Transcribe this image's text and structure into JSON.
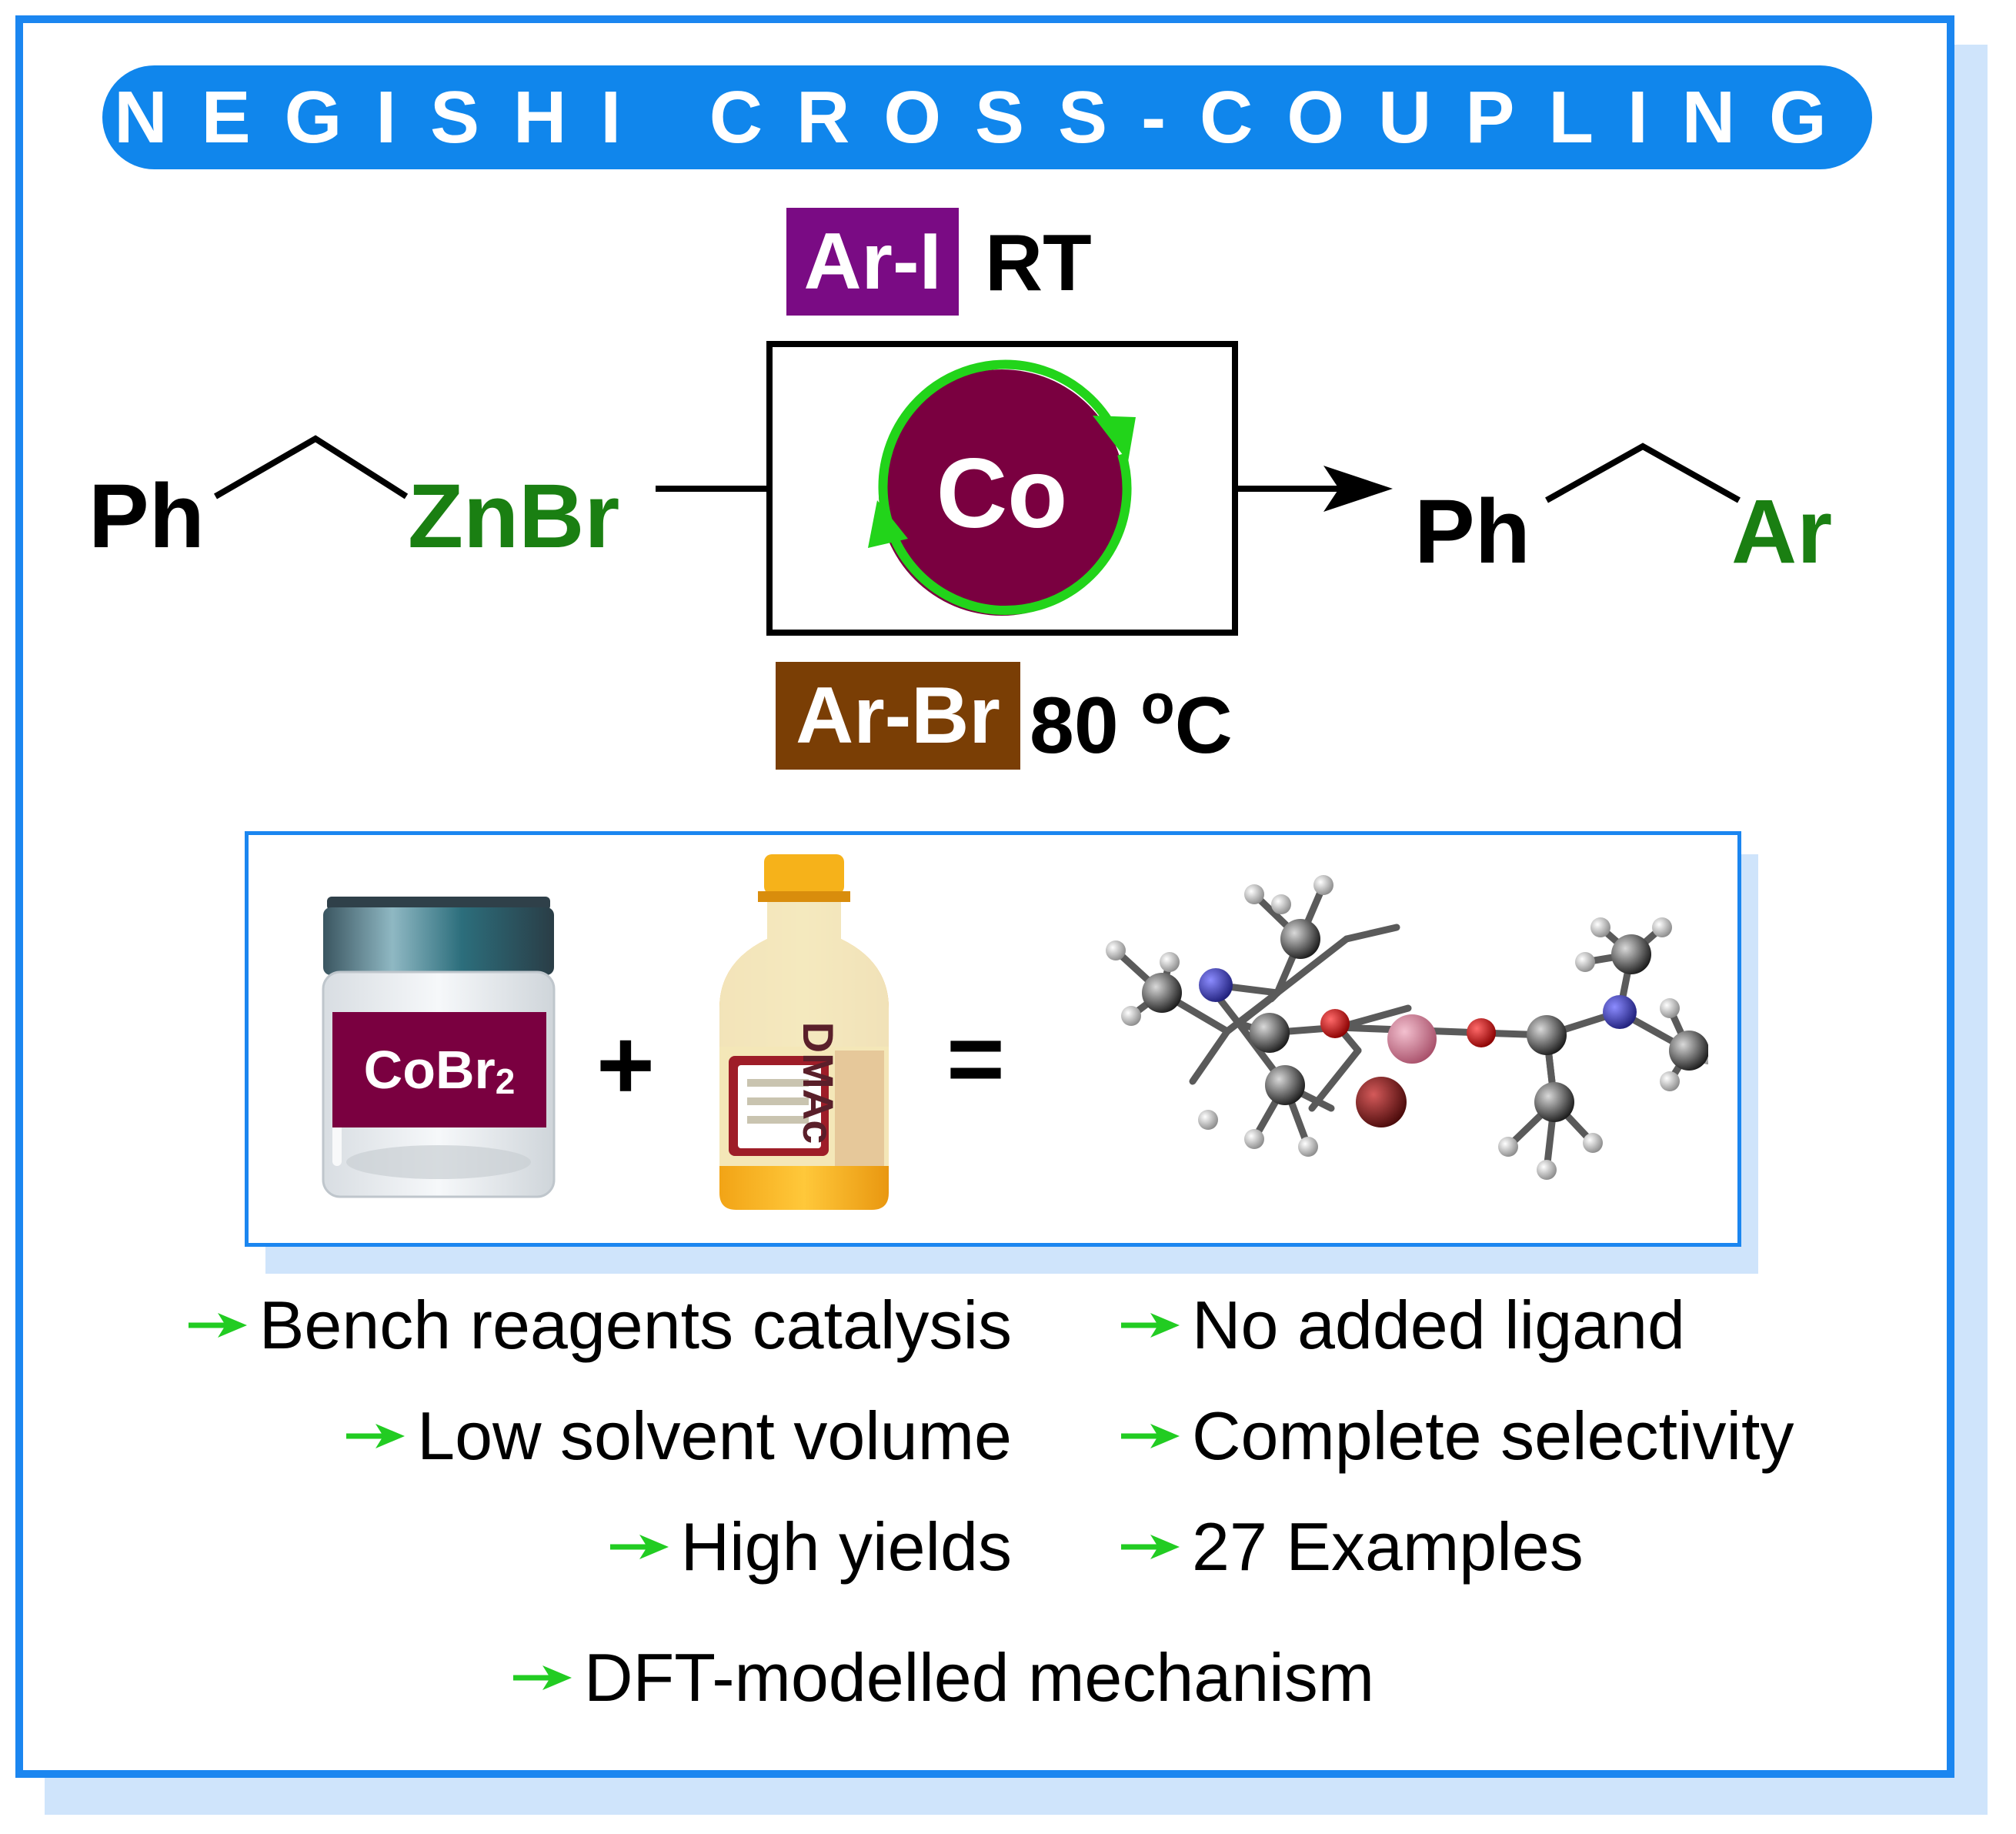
{
  "title": "NEGISHI CROSS-COUPLING",
  "reaction": {
    "reactant_ph": "Ph",
    "reactant_metal": "ZnBr",
    "catalyst": "Co",
    "top_tag": "Ar-I",
    "top_condition": "RT",
    "bottom_tag": "Ar-Br",
    "bottom_condition": "80 ",
    "bottom_condition_deg": "o",
    "bottom_condition_unit": "C",
    "product_ph": "Ph",
    "product_ar": "Ar"
  },
  "reagents": {
    "jar_label": "CoBr",
    "jar_label_sub": "2",
    "plus": "+",
    "bottle_label": "DMAc",
    "equals": "="
  },
  "bullets": [
    "Bench reagents catalysis",
    "No added ligand",
    "Low solvent volume",
    "Complete selectivity",
    "High yields",
    "27 Examples",
    "DFT-modelled mechanism"
  ],
  "colors": {
    "frame_blue": "#1b86f0",
    "title_blue": "#1086ec",
    "zn_green": "#1a7f12",
    "catalyst_maroon": "#7a0040",
    "cycle_green": "#22d41a",
    "top_tag_purple": "#7a0b84",
    "bottom_tag_brown": "#7a3e05",
    "arrow_green": "#22cc22"
  }
}
